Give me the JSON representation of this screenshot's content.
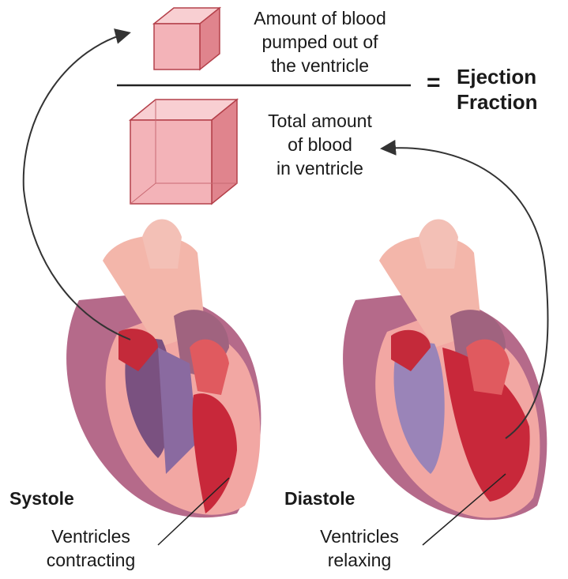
{
  "equation": {
    "numerator": [
      "Amount of blood",
      "pumped out of",
      "the ventricle"
    ],
    "denominator": [
      "Total amount",
      "of blood",
      "in ventricle"
    ],
    "equals": "=",
    "result": [
      "Ejection",
      "Fraction"
    ]
  },
  "panels": {
    "systole": {
      "title": "Systole",
      "caption": [
        "Ventricles",
        "contracting"
      ]
    },
    "diastole": {
      "title": "Diastole",
      "caption": [
        "Ventricles",
        "relaxing"
      ]
    }
  },
  "colors": {
    "cube_fill": "#f3b3b8",
    "cube_edge": "#b4404a",
    "myocardium": "#f2a7a3",
    "chamber_red": "#c8283a",
    "vessel_purple": "#8a5a86",
    "text": "#1a1a1a"
  }
}
